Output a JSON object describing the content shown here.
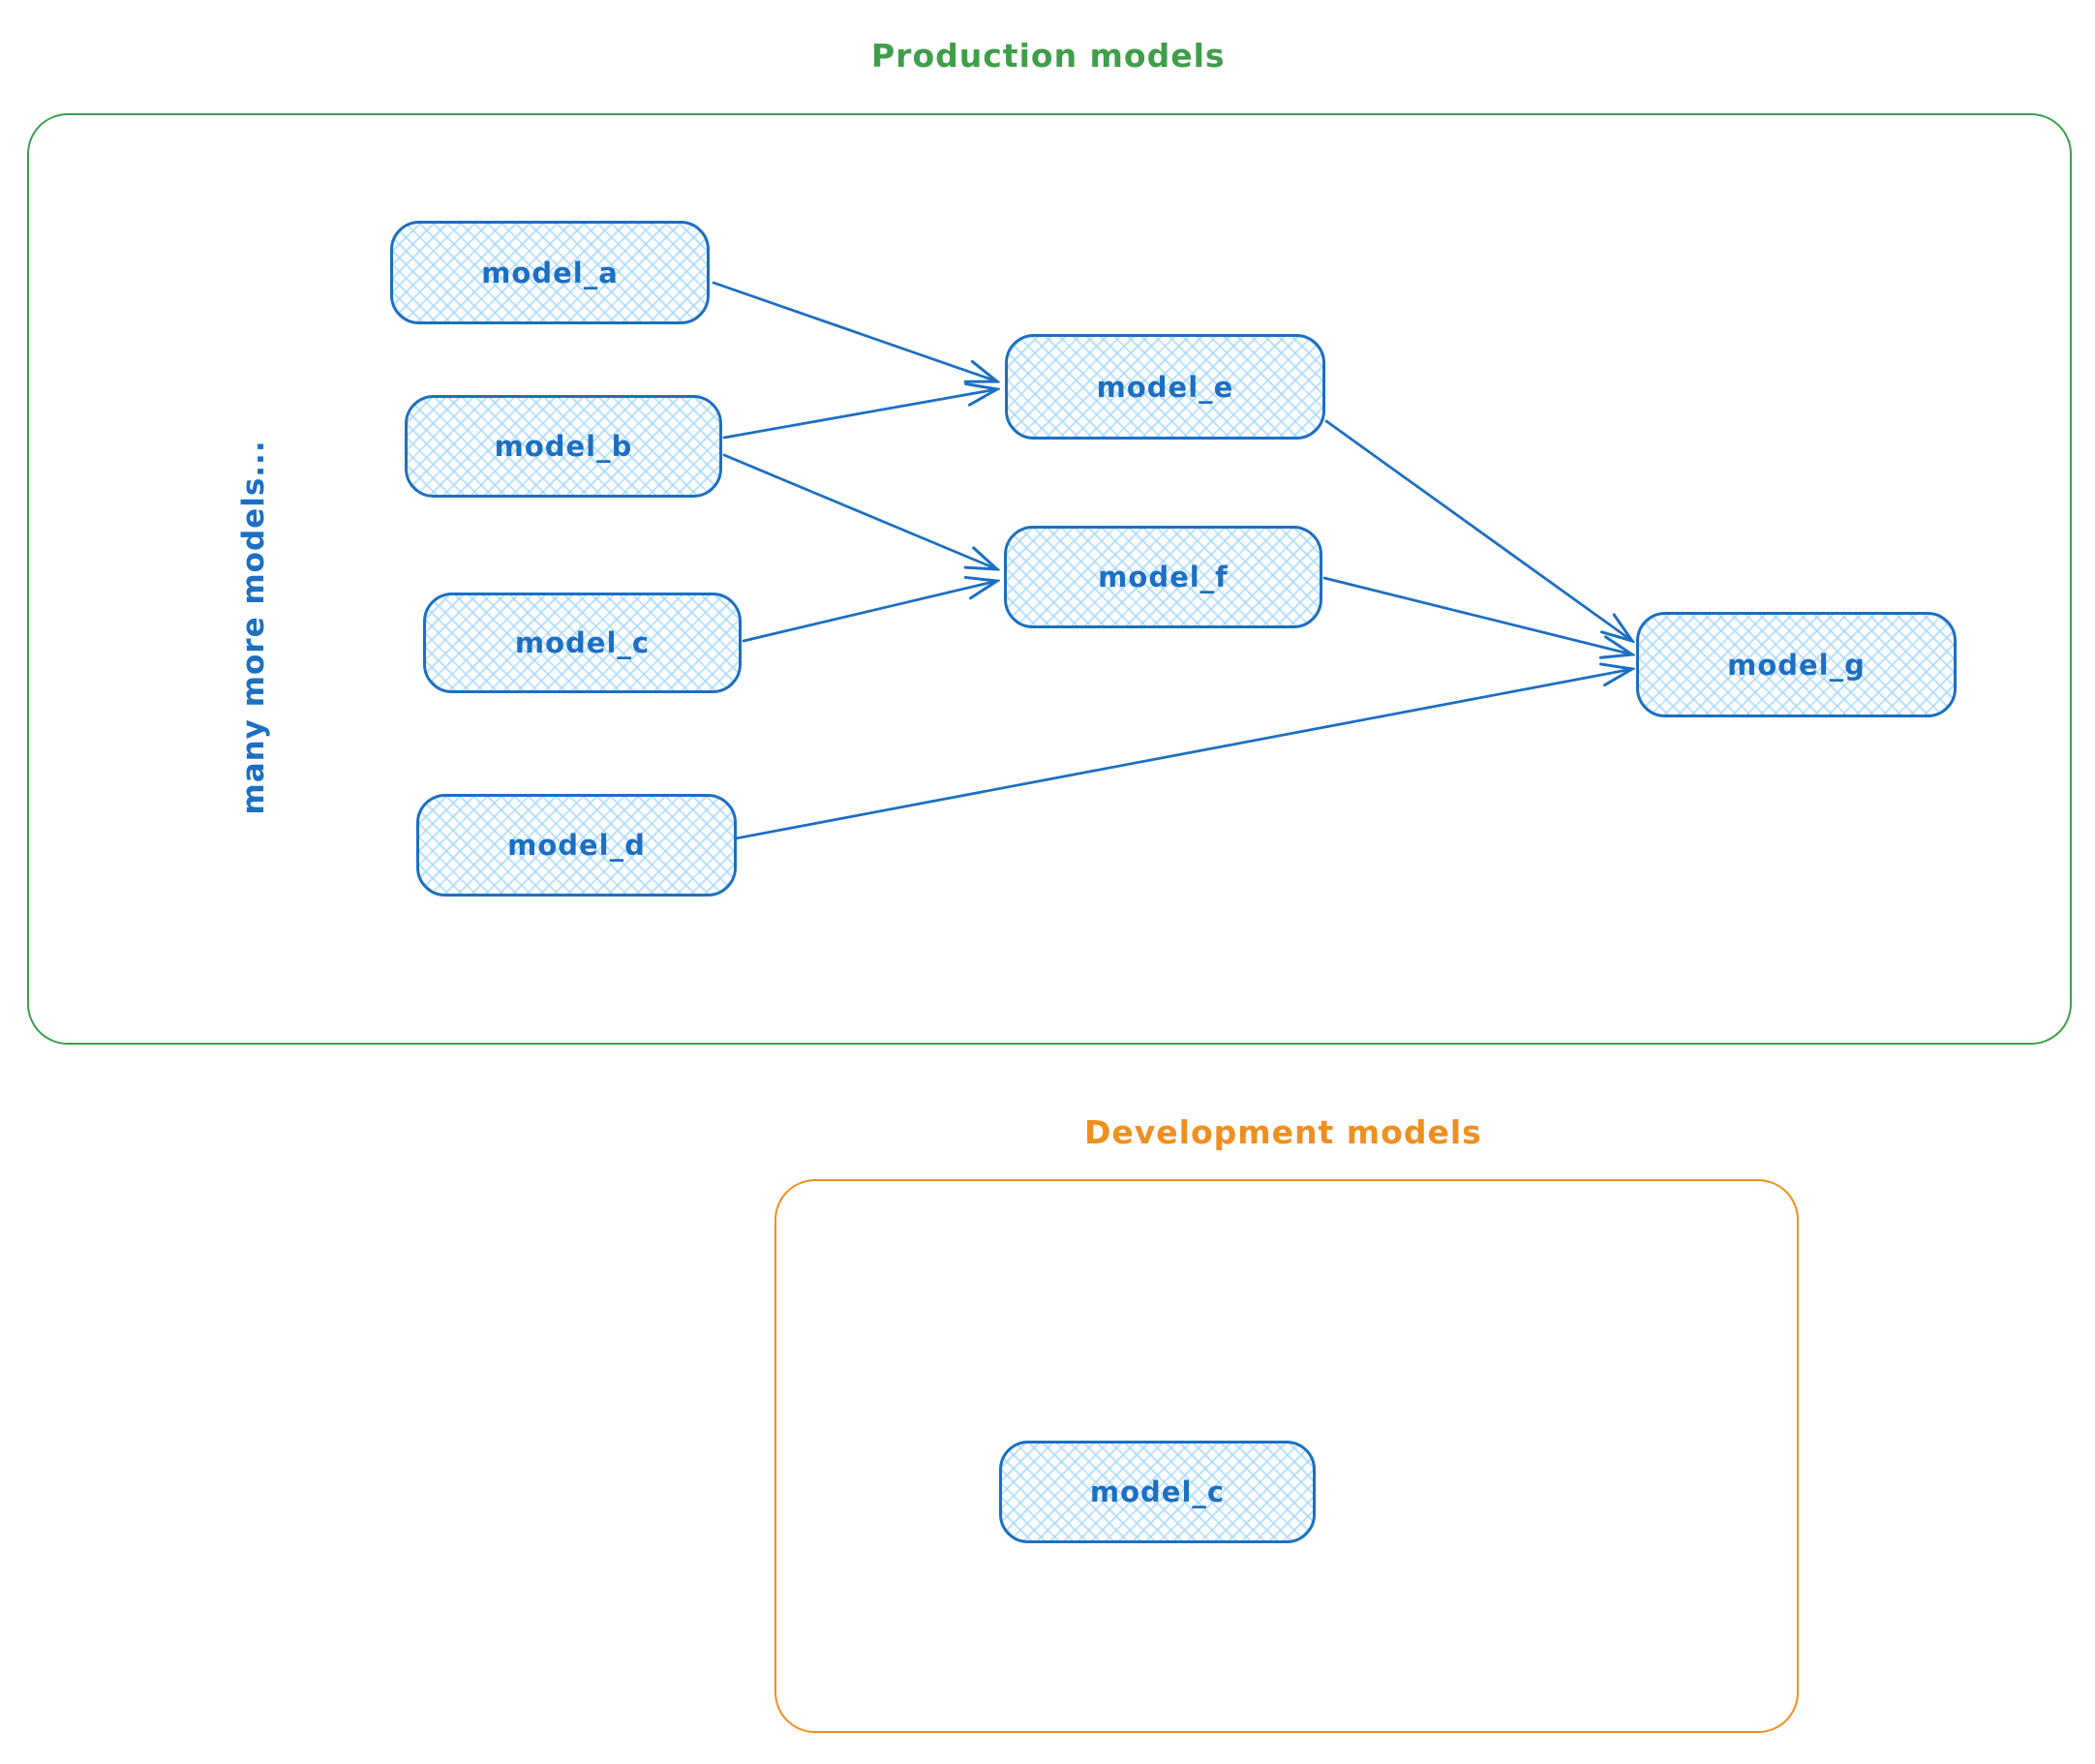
{
  "diagram": {
    "production": {
      "title": "Production models",
      "side_label": "many more models...",
      "nodes": [
        {
          "id": "model_a",
          "label": "model_a"
        },
        {
          "id": "model_b",
          "label": "model_b"
        },
        {
          "id": "model_c",
          "label": "model_c"
        },
        {
          "id": "model_d",
          "label": "model_d"
        },
        {
          "id": "model_e",
          "label": "model_e"
        },
        {
          "id": "model_f",
          "label": "model_f"
        },
        {
          "id": "model_g",
          "label": "model_g"
        }
      ],
      "edges": [
        {
          "from": "model_a",
          "to": "model_e"
        },
        {
          "from": "model_b",
          "to": "model_e"
        },
        {
          "from": "model_b",
          "to": "model_f"
        },
        {
          "from": "model_c",
          "to": "model_f"
        },
        {
          "from": "model_e",
          "to": "model_g"
        },
        {
          "from": "model_f",
          "to": "model_g"
        },
        {
          "from": "model_d",
          "to": "model_g"
        }
      ]
    },
    "development": {
      "title": "Development models",
      "nodes": [
        {
          "id": "model_c_dev",
          "label": "model_c"
        }
      ],
      "edges": []
    },
    "colors": {
      "node_stroke": "#1c6fc2",
      "node_fill": "#a5d8ff",
      "node_text": "#1c6fc2",
      "arrow": "#1c6fc2",
      "production_accent": "#3f9e4a",
      "development_accent": "#ef8f1f",
      "background": "#ffffff"
    }
  }
}
